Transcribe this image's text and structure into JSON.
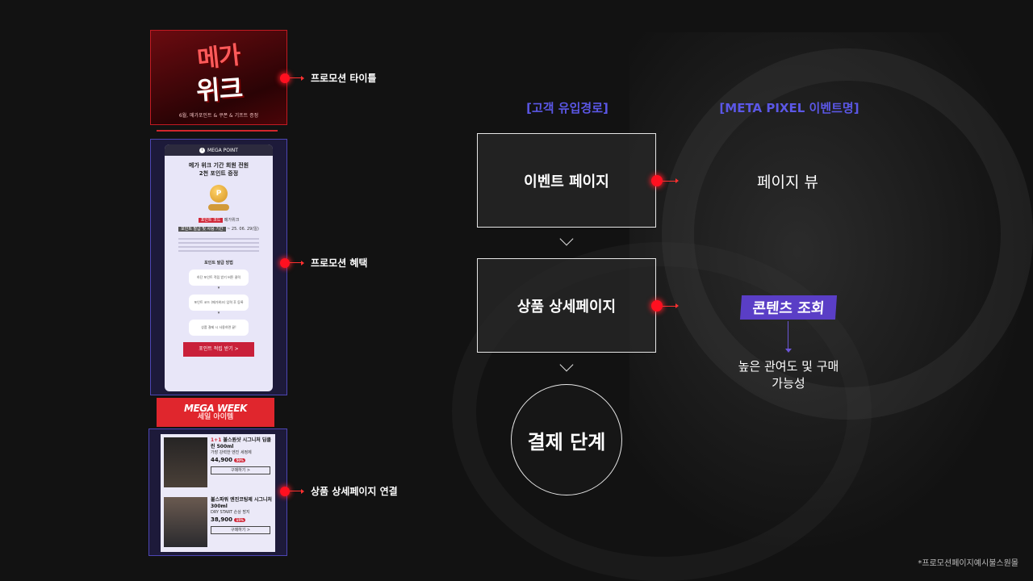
{
  "promo": {
    "title_section": {
      "headline1": "메가",
      "headline2": "위크",
      "subtext": "6월, 메가포인트 & 쿠폰 & 기프트 증정"
    },
    "benefit_section": {
      "top_bar": "MEGA POINT",
      "heading_line1": "메가 위크 기간 회원 전원",
      "heading_line2": "2천 포인트 증정",
      "coin_symbol": "P",
      "code_tag": "포인트 코드",
      "code_value": "메가위크",
      "period_tag": "포인트 발급 및 사용 기간",
      "period_value": "~ 25. 06. 29(일)",
      "method_title": "포인트 발급 방법",
      "steps": [
        "하단 포인트 적립 받기 버튼 클릭",
        "포인트 코드 (메가위크) 입력 후 등록",
        "상품 결제 시 사용하면 끝!"
      ],
      "button": "포인트 적립 받기 >"
    },
    "week_section": {
      "line1": "MEGA WEEK",
      "line2": "세일 아이템"
    },
    "products": [
      {
        "badge": "1+1",
        "name": "불스원샷 시그니처 딥클린 500ml",
        "desc": "가장 강력한 엔진 세정제",
        "price": "44,900",
        "discount": "50%",
        "buy": "구매하기 >"
      },
      {
        "badge": "",
        "name": "불스파워 엔진코팅제 시그니처 300ml",
        "desc": "DRY START 손상 방지",
        "price": "38,900",
        "discount": "15%",
        "buy": "구매하기 >"
      }
    ]
  },
  "labels": {
    "title": "프로모션 타이틀",
    "benefit": "프로모션 혜택",
    "product": "상품 상세페이지 연결"
  },
  "flow": {
    "col_left": "[고객 유입경로]",
    "col_right": "[META PIXEL 이벤트명]",
    "step1": "이벤트 페이지",
    "step2": "상품 상세페이지",
    "step3": "결제 단계",
    "event1": "페이지 뷰",
    "event2": "콘텐츠 조회",
    "note": "높은 관여도 및 구매 가능성"
  },
  "footnote": "*프로모션페이지예시불스원몰",
  "colors": {
    "accent_red": "#ff1020",
    "accent_purple": "#5b57e6",
    "background": "#121212"
  }
}
